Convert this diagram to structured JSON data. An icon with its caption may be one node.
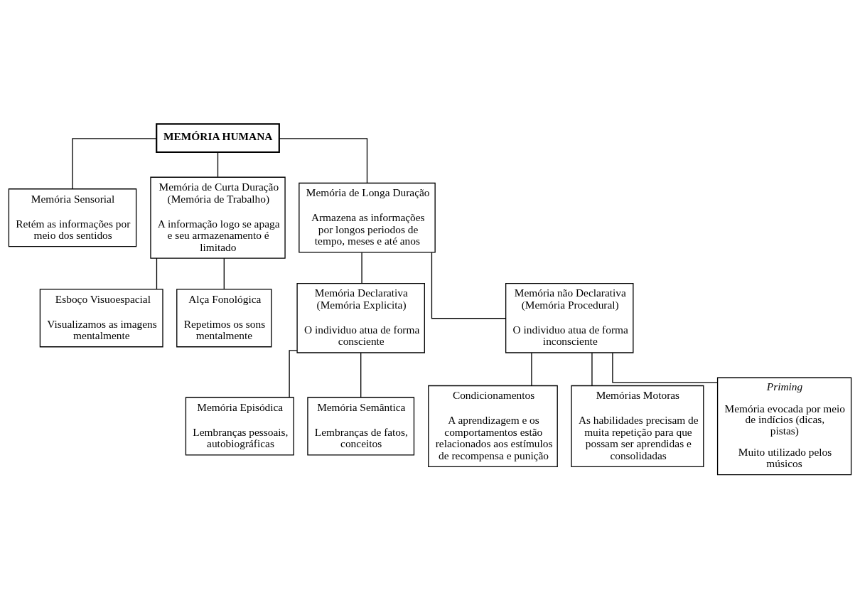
{
  "diagram": {
    "nodes": [
      {
        "text": [
          "MEMÓRIA HUMANA"
        ]
      },
      {
        "text": [
          "Memória Sensorial",
          "Retém as informações por meio dos sentidos"
        ]
      },
      {
        "text": [
          "Memória de Curta Duração (Memória de Trabalho)",
          "A informação logo se apaga e seu armazenamento é limitado"
        ]
      },
      {
        "text": [
          "Memória de Longa Duração",
          "Armazena as informações por longos periodos de tempo, meses e até anos"
        ]
      },
      {
        "text": [
          "Esboço Visuoespacial",
          "Visualizamos as imagens mentalmente"
        ]
      },
      {
        "text": [
          "Alça Fonológica",
          "Repetimos os sons mentalmente"
        ]
      },
      {
        "text": [
          "Memória Declarativa (Memória Explicita)",
          "O individuo atua de forma consciente"
        ]
      },
      {
        "text": [
          "Memória não Declarativa (Memória Procedural)",
          "O individuo atua de forma inconsciente"
        ]
      },
      {
        "text": [
          "Memória Episódica",
          "Lembranças pessoais, autobiográficas"
        ]
      },
      {
        "text": [
          "Memória Semântica",
          "Lembranças de fatos, conceitos"
        ]
      },
      {
        "text": [
          "Condicionamentos",
          "A aprendizagem e os comportamentos estão relacionados aos estímulos de recompensa e punição"
        ]
      },
      {
        "text": [
          "Memórias Motoras",
          "As habilidades precisam de muita repetição para que possam ser aprendidas e consolidadas"
        ]
      },
      {
        "text": [
          "Priming",
          "Memória evocada por meio de indícios (dicas, pistas)",
          "Muito utilizado pelos músicos"
        ]
      }
    ],
    "edges": [
      {
        "from": 0,
        "to": 1,
        "arrow": "none"
      },
      {
        "from": 0,
        "to": 2,
        "arrow": "none"
      },
      {
        "from": 0,
        "to": 3,
        "arrow": "none"
      },
      {
        "from": 2,
        "to": 4,
        "arrow": "none"
      },
      {
        "from": 2,
        "to": 5,
        "arrow": "none"
      },
      {
        "from": 3,
        "to": 6,
        "arrow": "none"
      },
      {
        "from": 3,
        "to": 7,
        "arrow": "none"
      },
      {
        "from": 6,
        "to": 8,
        "arrow": "none"
      },
      {
        "from": 6,
        "to": 9,
        "arrow": "none"
      },
      {
        "from": 7,
        "to": 10,
        "arrow": "none"
      },
      {
        "from": 7,
        "to": 11,
        "arrow": "none"
      },
      {
        "from": 7,
        "to": 12,
        "arrow": "none"
      }
    ]
  }
}
